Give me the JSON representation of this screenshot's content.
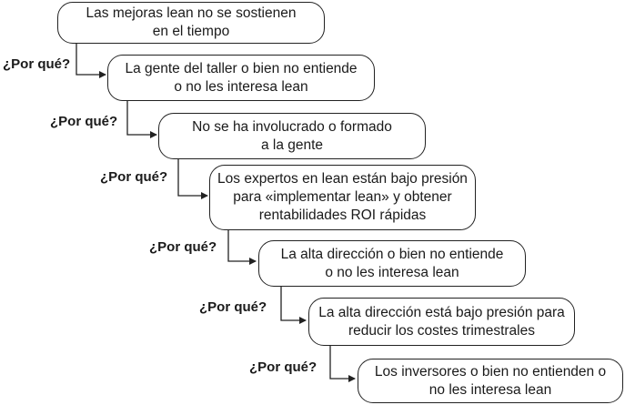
{
  "steps": [
    {
      "text": "Las mejoras lean no se sostienen en el tiempo"
    },
    {
      "text": "La gente del taller o bien no entiende o no les interesa lean"
    },
    {
      "text": "No se ha involucrado o formado a la gente"
    },
    {
      "text": "Los expertos en lean están bajo presión para «implementar lean» y obtener rentabilidades ROI rápidas"
    },
    {
      "text": "La alta dirección o bien no entiende o no les interesa lean"
    },
    {
      "text": "La alta dirección está bajo presión para reducir los costes trimestrales"
    },
    {
      "text": "Los inversores o bien no entienden o no les interesa lean"
    }
  ],
  "question_label": "¿Por qué?"
}
